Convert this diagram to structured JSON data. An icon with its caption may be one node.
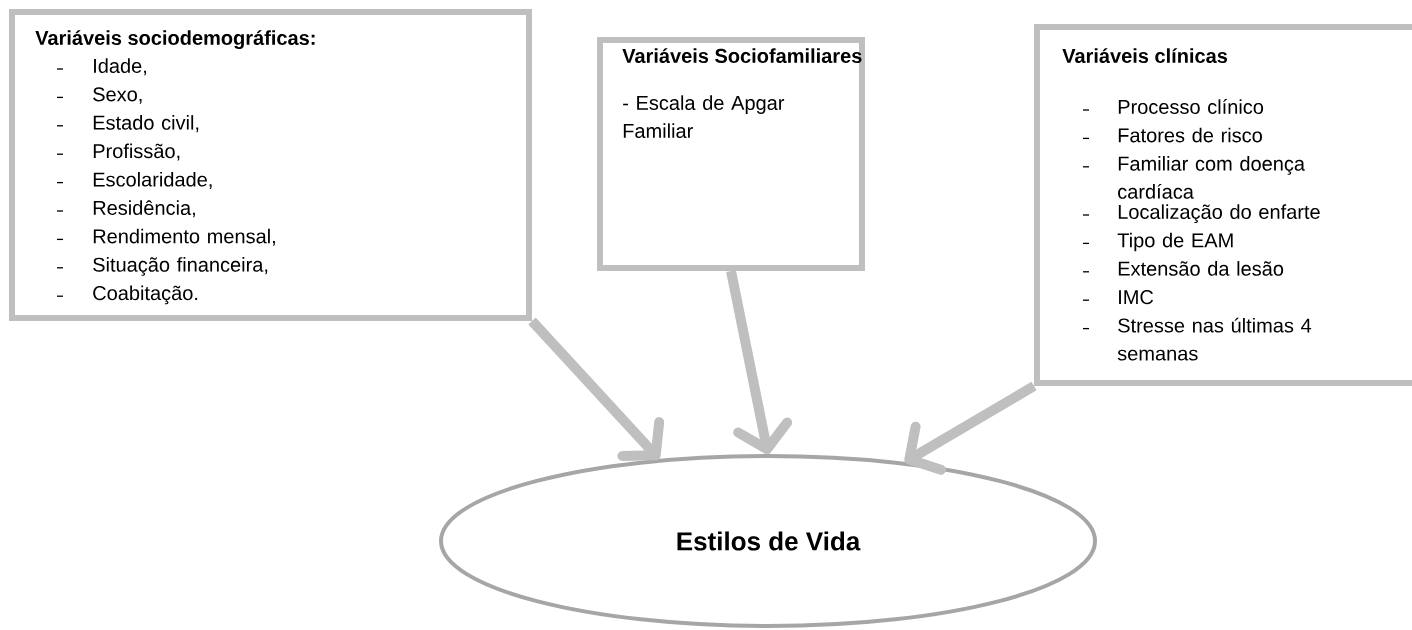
{
  "diagram": {
    "nodes": [
      {
        "text": [
          "Variáveis sociodemográficas:",
          "Idade,",
          "Sexo,",
          "Estado civil,",
          "Profissão,",
          "Escolaridade,",
          "Residência,",
          "Rendimento mensal,",
          "Situação financeira,",
          "Coabitação."
        ]
      },
      {
        "text": [
          "Variáveis Sociofamiliares",
          "- Escala de Apgar Familiar"
        ]
      },
      {
        "text": [
          "Variáveis clínicas",
          "Processo clínico",
          "Fatores de risco",
          "Familiar com doença cardíaca",
          "Localização do enfarte",
          "Tipo de EAM",
          "Extensão da lesão",
          "IMC",
          "Stresse nas últimas 4 semanas"
        ]
      },
      {
        "text": [
          "Estilos de Vida"
        ]
      }
    ],
    "edges": [
      {
        "from": 0,
        "to": 3,
        "arrow": "to"
      },
      {
        "from": 1,
        "to": 3,
        "arrow": "to"
      },
      {
        "from": 2,
        "to": 3,
        "arrow": "to"
      }
    ]
  }
}
